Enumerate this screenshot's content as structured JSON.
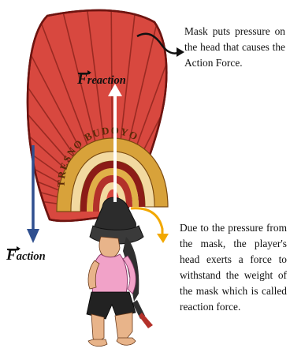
{
  "annotations": {
    "top_note": "Mask puts pressure on the head that causes the Action Force.",
    "bottom_note": "Due to the pressure from the mask, the player's head exerts a force to withstand the weight of the mask which is called reaction force."
  },
  "labels": {
    "reaction": {
      "symbol": "F",
      "subscript": "reaction"
    },
    "action": {
      "symbol": "F",
      "subscript": "action"
    }
  },
  "mask_text": "TRESNO BUDOYO",
  "colors": {
    "mask_red": "#d8483f",
    "mask_dark": "#8c1c17",
    "stripe": "#9a2a22",
    "gold": "#d8a23a",
    "action_arrow": "#2f4f8f",
    "reaction_arrow": "#ffffff",
    "curve_arrow": "#f2a800",
    "shirt": "#f1a2c8"
  }
}
